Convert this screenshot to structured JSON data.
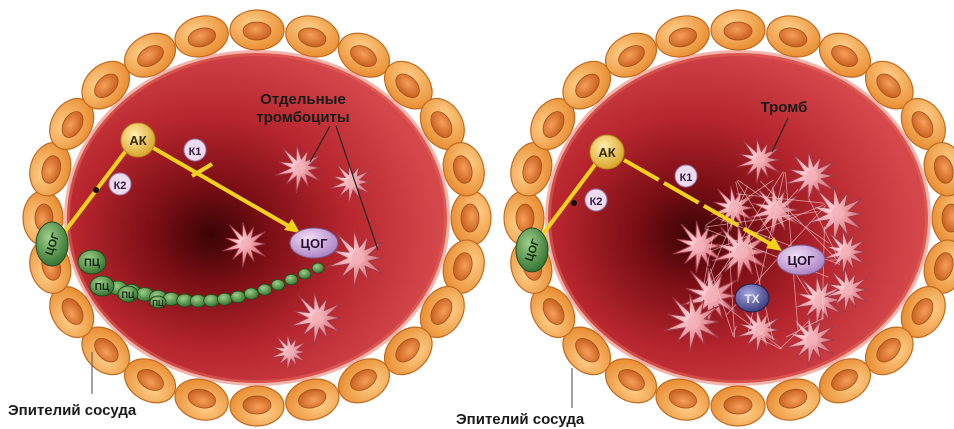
{
  "left": {
    "label_platelets": [
      "Отдельные",
      "тромбоциты"
    ],
    "label_epithelium": "Эпителий сосуда",
    "node_ak": "АК",
    "node_k1": "К1",
    "node_k2": "К2",
    "node_cog_wall": "ЦОГ",
    "node_cog_plt": "ЦОГ",
    "chain": [
      "ПЦ",
      "ПЦ",
      "ПЦ",
      "ПЦ"
    ]
  },
  "right": {
    "label_thrombus": "Тромб",
    "label_epithelium": "Эпителий сосуда",
    "node_ak": "АК",
    "node_k1": "К1",
    "node_k2": "К2",
    "node_cog_wall": "ЦОГ",
    "node_cog_plt": "ЦОГ",
    "node_tx": "ТХ"
  },
  "colors": {
    "wall_cell": "#f5a24a",
    "nucleus": "#d9702a",
    "lumen": "#b8262e",
    "lumen_dark": "#4a0608",
    "ak": "#f0c040",
    "k_node": "#e9d8ea",
    "cog_green": "#3f8a3a",
    "cog_purple": "#c9a2d8",
    "tx": "#4f4f9a",
    "platelet": "#e8808a",
    "arrow": "#f5d21a"
  }
}
